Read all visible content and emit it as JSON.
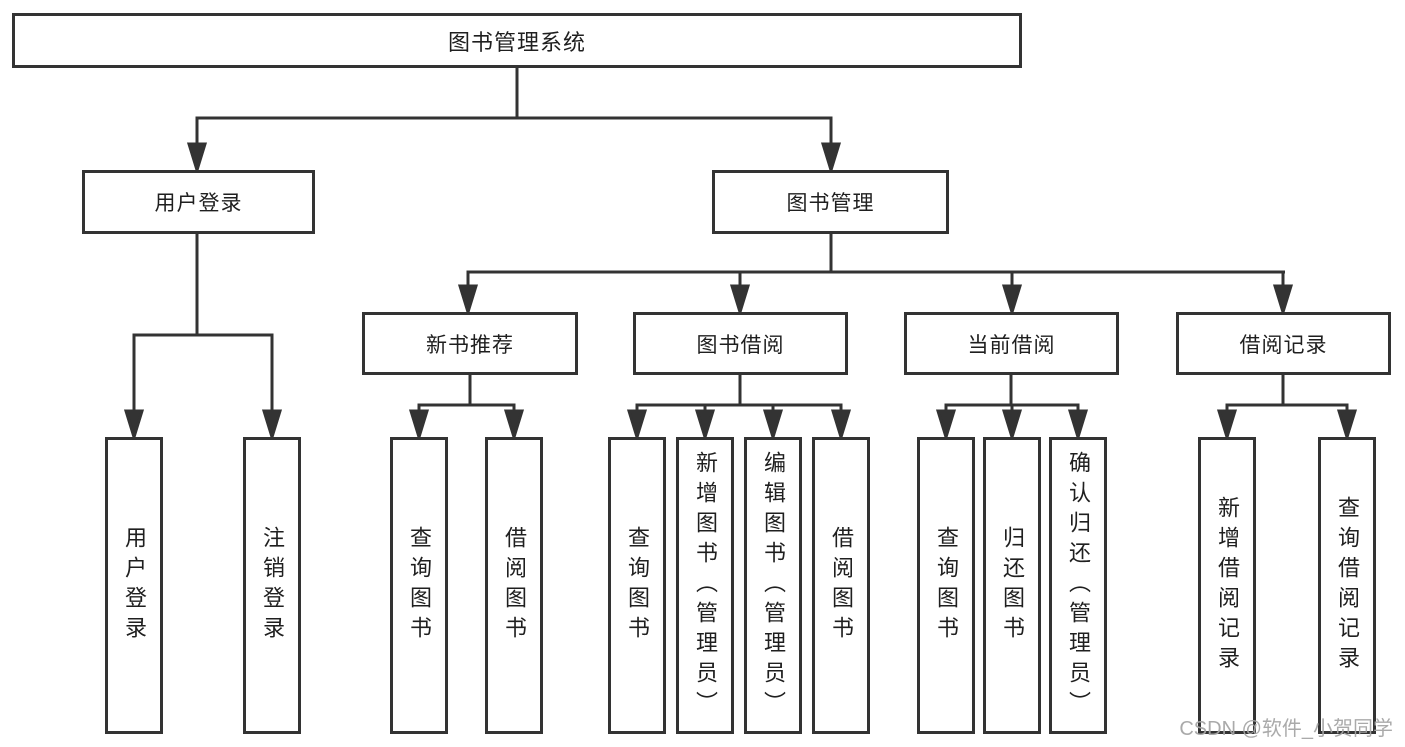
{
  "diagram": {
    "title": "图书管理系统",
    "root": {
      "label": "图书管理系统"
    },
    "level2": [
      {
        "label": "用户登录",
        "parent": "图书管理系统"
      },
      {
        "label": "图书管理",
        "parent": "图书管理系统"
      }
    ],
    "level3": [
      {
        "label": "新书推荐",
        "parent": "图书管理"
      },
      {
        "label": "图书借阅",
        "parent": "图书管理"
      },
      {
        "label": "当前借阅",
        "parent": "图书管理"
      },
      {
        "label": "借阅记录",
        "parent": "图书管理"
      }
    ],
    "leaves": [
      {
        "label": "用户登录",
        "parent": "用户登录"
      },
      {
        "label": "注销登录",
        "parent": "用户登录"
      },
      {
        "label": "查询图书",
        "parent": "新书推荐"
      },
      {
        "label": "借阅图书",
        "parent": "新书推荐"
      },
      {
        "label": "查询图书",
        "parent": "图书借阅"
      },
      {
        "label": "新增图书（管理员）",
        "parent": "图书借阅"
      },
      {
        "label": "编辑图书（管理员）",
        "parent": "图书借阅"
      },
      {
        "label": "借阅图书",
        "parent": "图书借阅"
      },
      {
        "label": "查询图书",
        "parent": "当前借阅"
      },
      {
        "label": "归还图书",
        "parent": "当前借阅"
      },
      {
        "label": "确认归还（管理员）",
        "parent": "当前借阅"
      },
      {
        "label": "新增借阅记录",
        "parent": "借阅记录"
      },
      {
        "label": "查询借阅记录",
        "parent": "借阅记录"
      }
    ]
  },
  "watermark": "CSDN @软件_小贺同学",
  "colors": {
    "line": "#333333",
    "box_border": "#333333",
    "text": "#1f1f1f",
    "watermark": "#a5a5a5",
    "background": "#ffffff"
  }
}
